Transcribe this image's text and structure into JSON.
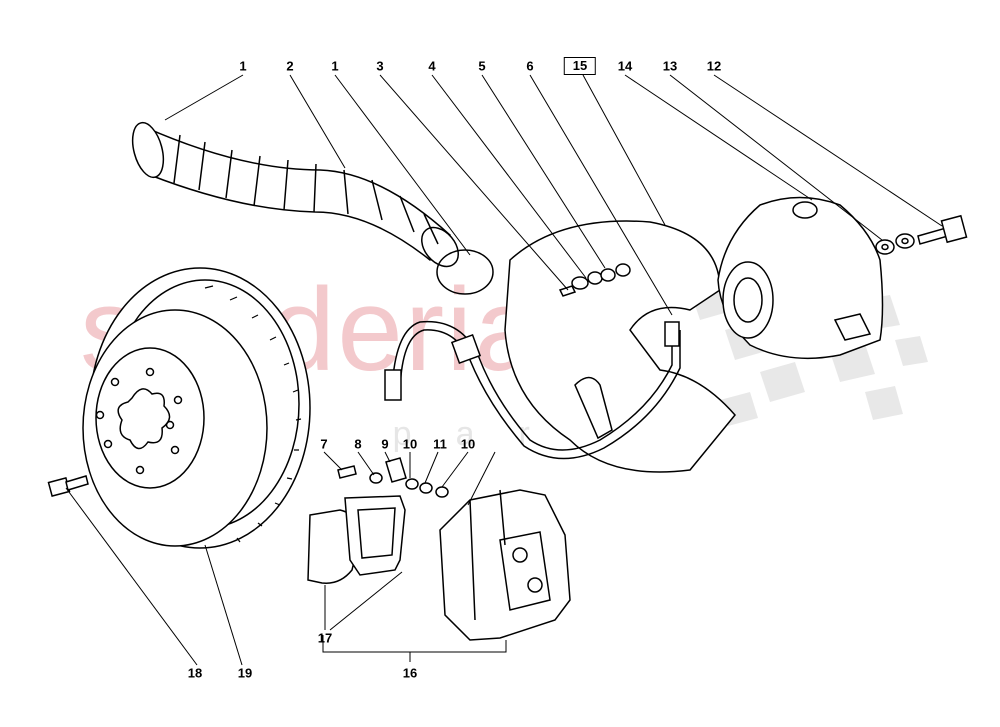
{
  "watermark": {
    "main": "scuderia",
    "sub": "car parts"
  },
  "colors": {
    "ink": "#000000",
    "watermark_text": "#f3c9cc",
    "checker": "#e8e8e8"
  },
  "callouts": {
    "c1a": "1",
    "c2": "2",
    "c1b": "1",
    "c3": "3",
    "c4": "4",
    "c5": "5",
    "c6": "6",
    "c15": "15",
    "c14": "14",
    "c13": "13",
    "c12": "12",
    "c7": "7",
    "c8": "8",
    "c9": "9",
    "c10a": "10",
    "c11": "11",
    "c10b": "10",
    "c17": "17",
    "c16": "16",
    "c18": "18",
    "c19": "19"
  }
}
